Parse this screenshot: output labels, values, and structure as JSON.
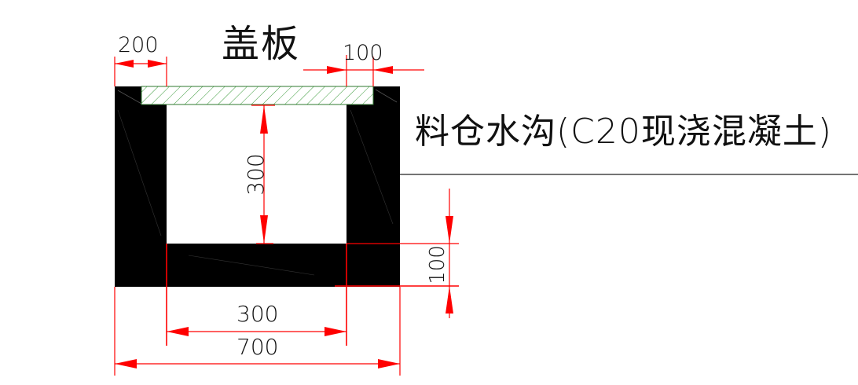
{
  "drawing": {
    "title_lid": "盖板",
    "leader_label": "料仓水沟(C20现浇混凝土)",
    "colors": {
      "concrete": "#000000",
      "dimension": "#ff0000",
      "lid_hatch": "#3a9a3a",
      "text": "#111111",
      "leader": "#222222"
    }
  },
  "dimensions": {
    "wall_width_top": "200",
    "lid_overlap": "100",
    "inner_height": "300",
    "base_thickness": "100",
    "inner_width": "300",
    "overall_width": "700"
  }
}
